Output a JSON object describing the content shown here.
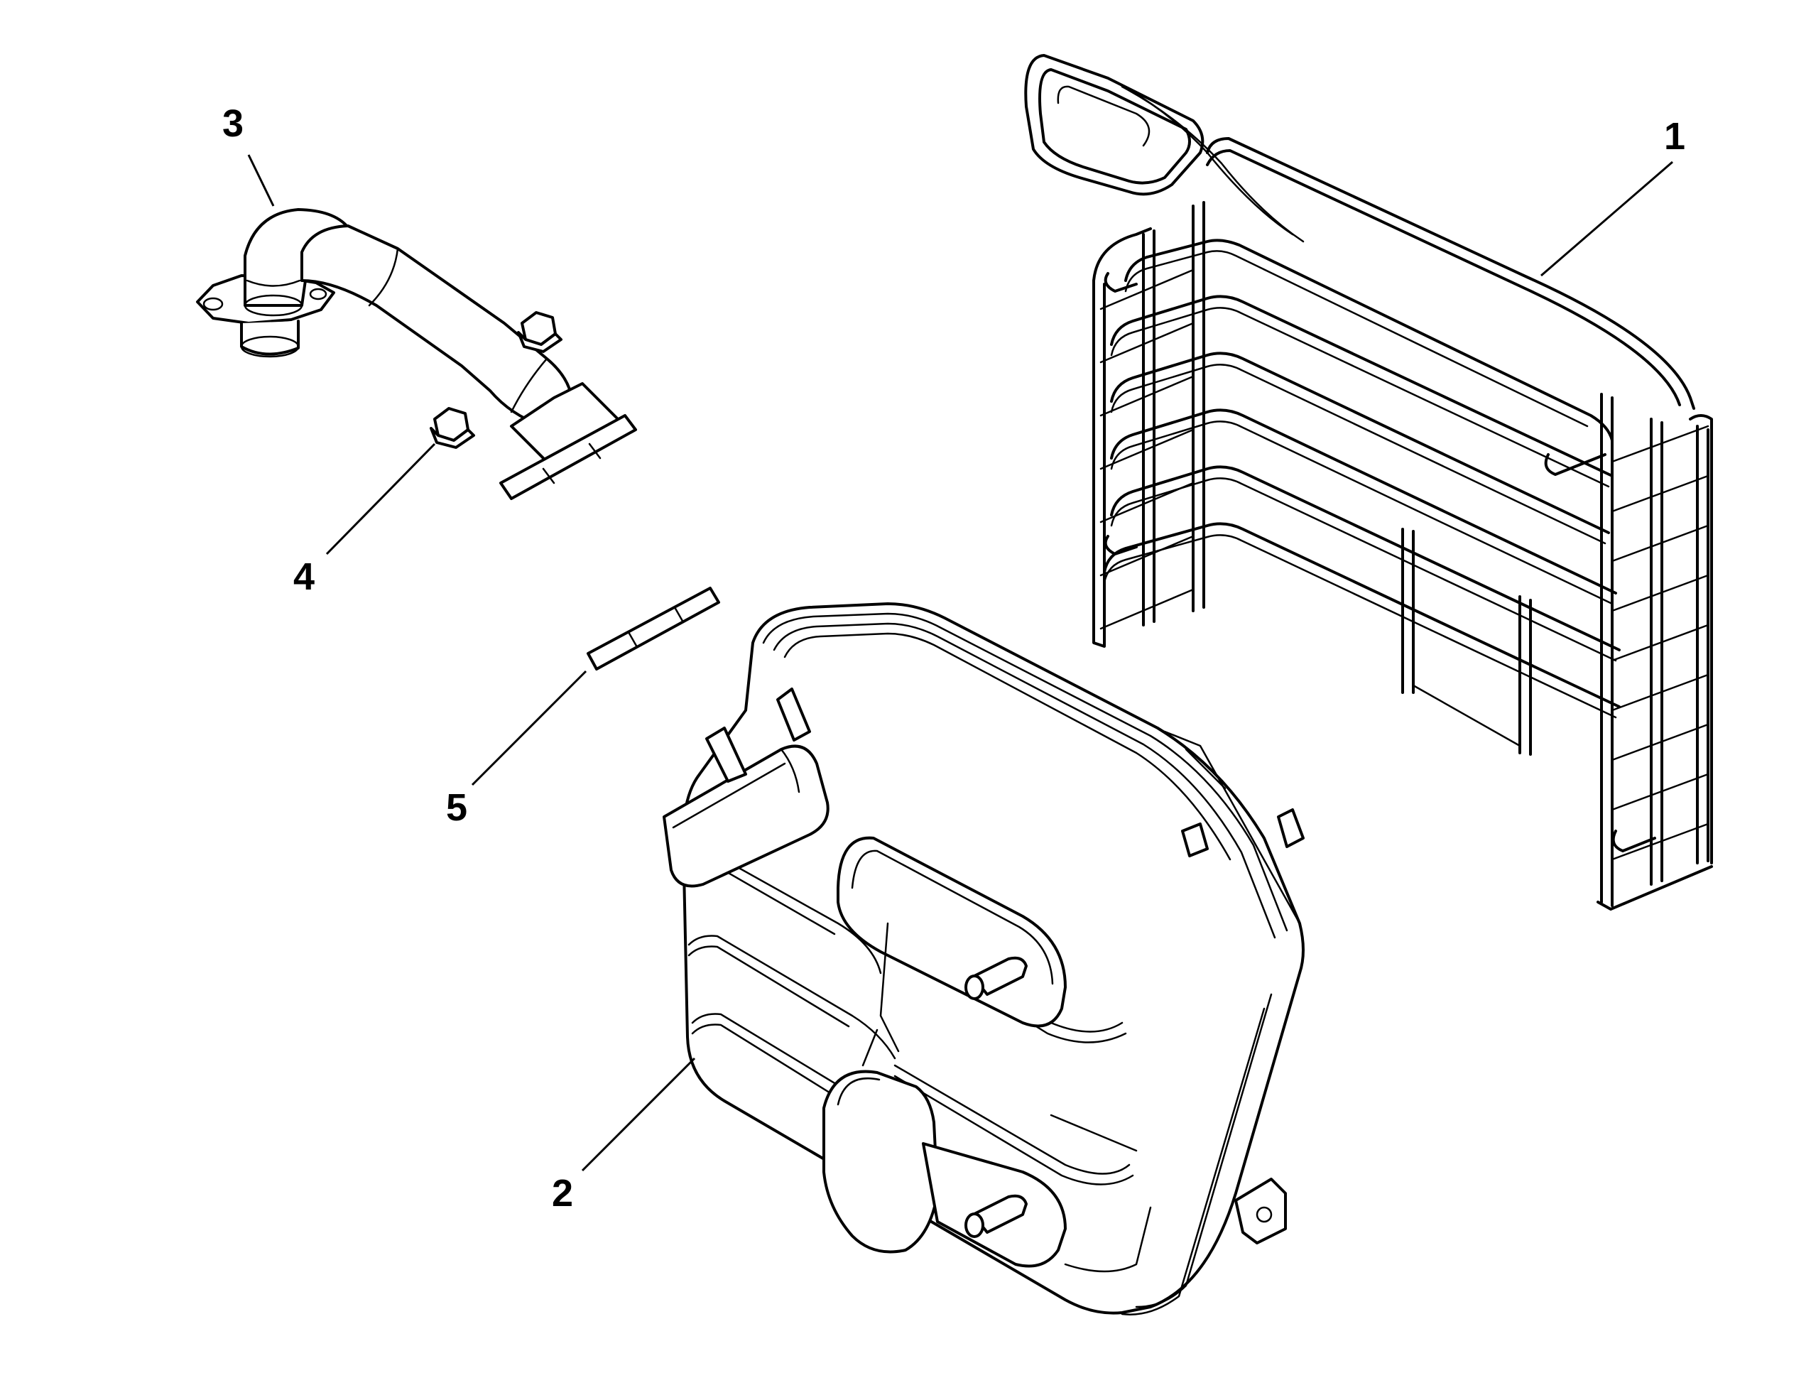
{
  "callouts": [
    {
      "id": "1",
      "label": "1"
    },
    {
      "id": "2",
      "label": "2"
    },
    {
      "id": "3",
      "label": "3"
    },
    {
      "id": "4",
      "label": "4"
    },
    {
      "id": "5",
      "label": "5"
    }
  ],
  "parts": [
    {
      "callout": "1",
      "name": "heat-shield-guard"
    },
    {
      "callout": "2",
      "name": "muffler"
    },
    {
      "callout": "3",
      "name": "exhaust-pipe"
    },
    {
      "callout": "4",
      "name": "flange-nut"
    },
    {
      "callout": "5",
      "name": "gasket"
    }
  ],
  "colors": {
    "line": "#000000",
    "background": "#ffffff"
  }
}
